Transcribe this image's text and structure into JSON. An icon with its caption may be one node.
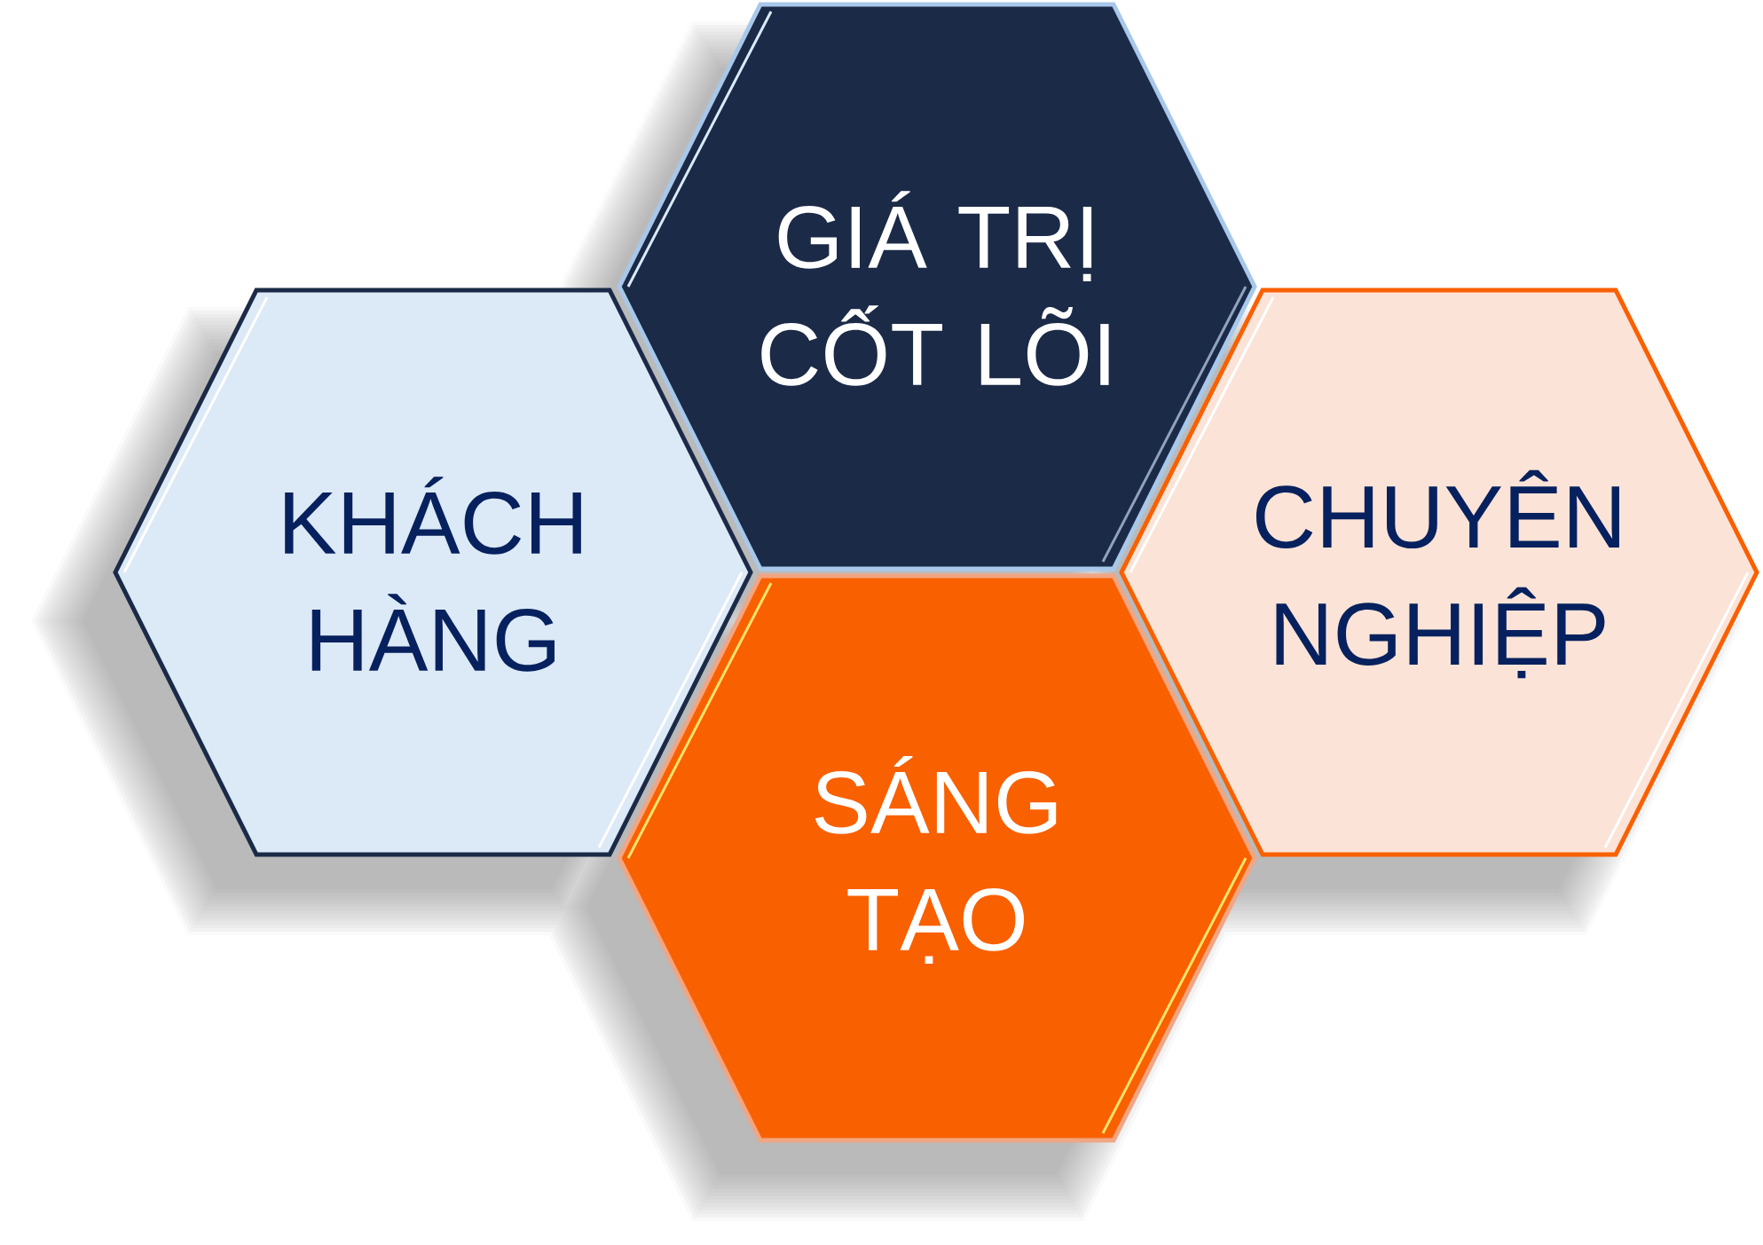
{
  "diagram": {
    "nodes": [
      {
        "text": [
          "GIÁ TRỊ CỐT LÕI"
        ]
      },
      {
        "text": [
          "KHÁCH HÀNG"
        ]
      },
      {
        "text": [
          "CHUYÊN NGHIỆP"
        ]
      },
      {
        "text": [
          "SÁNG TẠO"
        ]
      }
    ]
  }
}
